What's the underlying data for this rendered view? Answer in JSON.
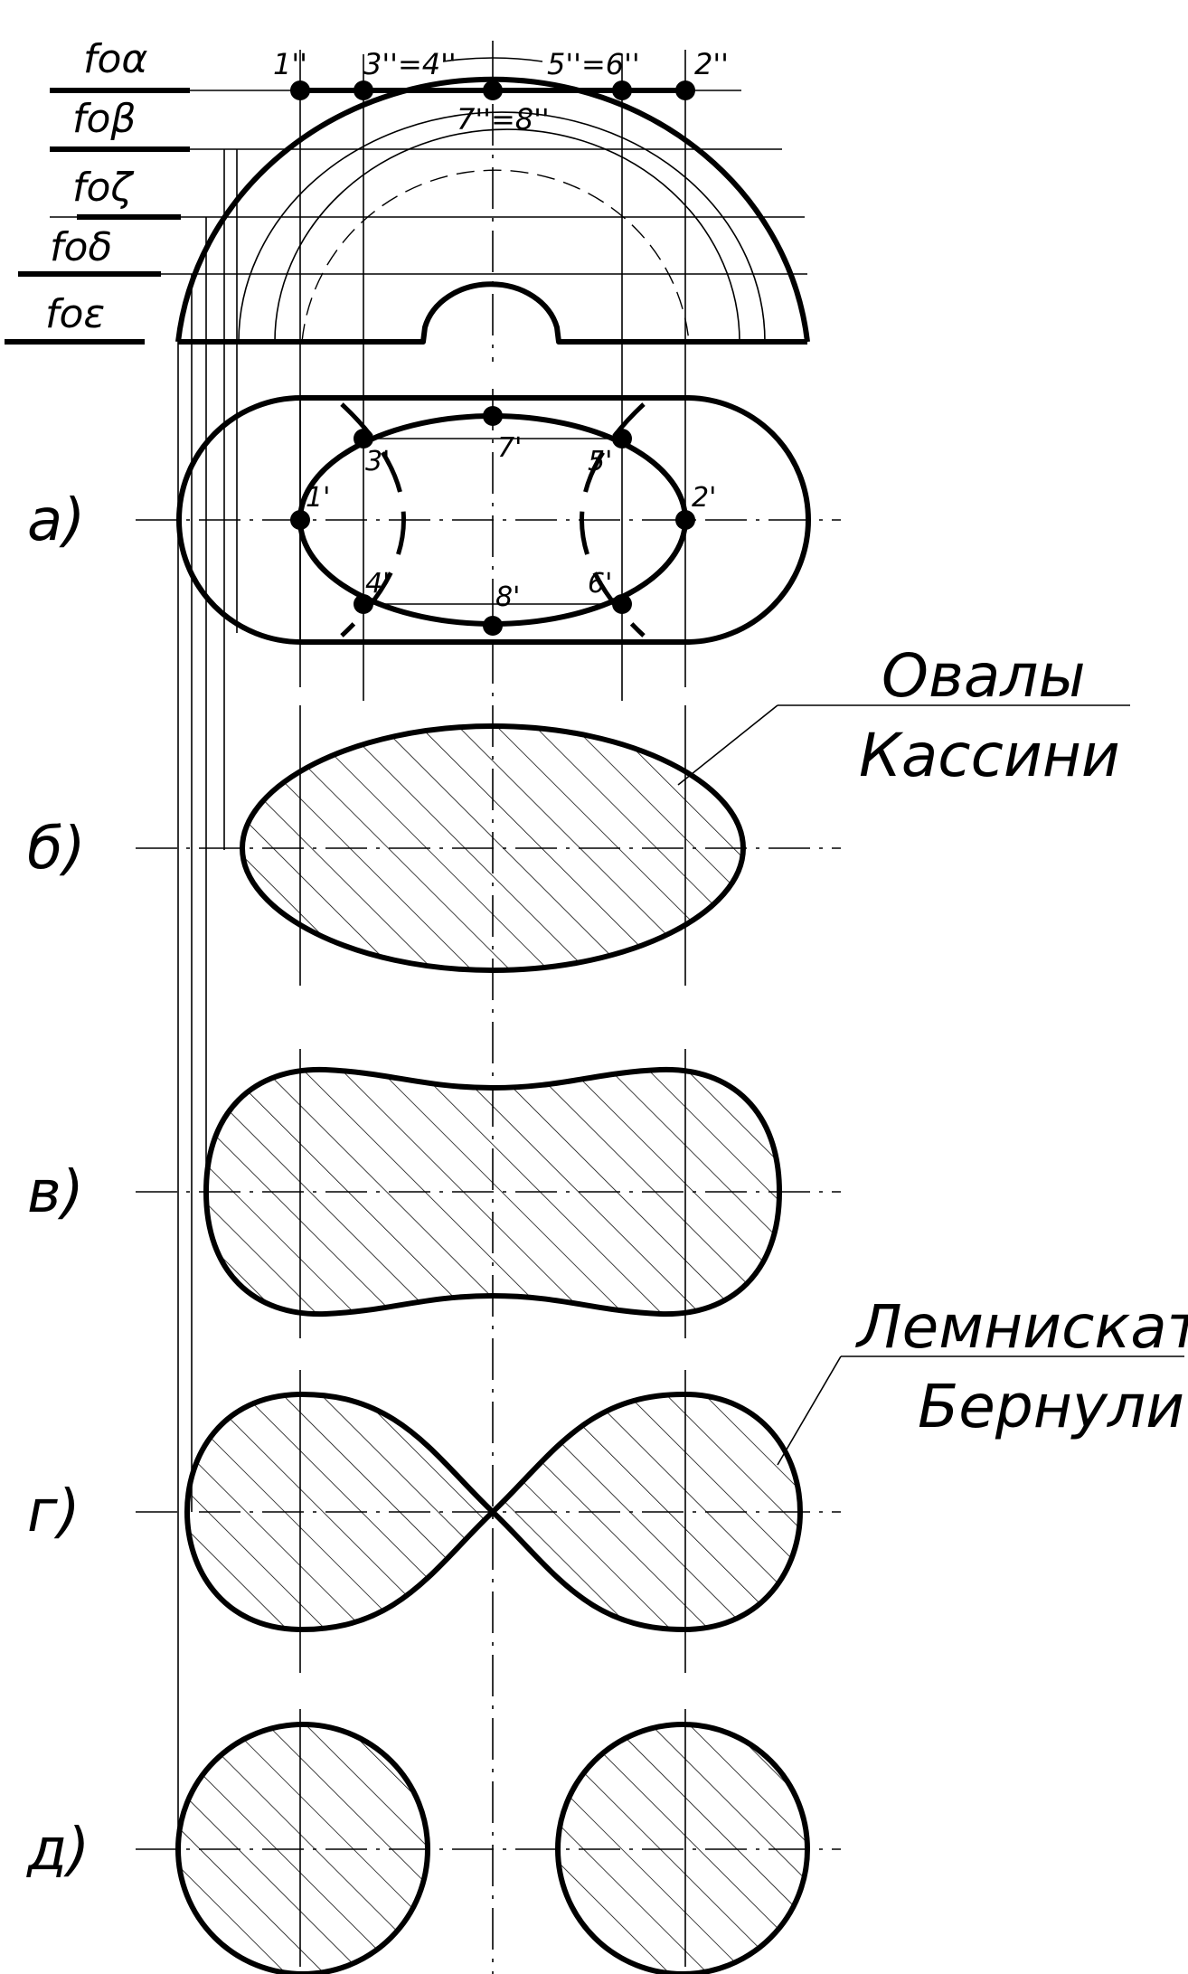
{
  "planes": [
    {
      "id": "alpha",
      "label": "foα"
    },
    {
      "id": "beta",
      "label": "foβ"
    },
    {
      "id": "zeta",
      "label": "foζ"
    },
    {
      "id": "delta",
      "label": "foδ"
    },
    {
      "id": "epsilon",
      "label": "foε"
    }
  ],
  "front_view_points": [
    "1''",
    "3''=4''",
    "5''=6''",
    "2''",
    "7''=8''"
  ],
  "top_view_points": [
    "3'",
    "7'",
    "5'",
    "1'",
    "2'",
    "4'",
    "8'",
    "6'"
  ],
  "sections": [
    {
      "id": "a",
      "label": "а)"
    },
    {
      "id": "b",
      "label": "б)"
    },
    {
      "id": "v",
      "label": "в)"
    },
    {
      "id": "g",
      "label": "г)"
    },
    {
      "id": "d",
      "label": "д)"
    }
  ],
  "callouts": {
    "cassini": {
      "line1": "Овалы",
      "line2": "Кассини"
    },
    "lemniscate": {
      "line1": "Лемниската",
      "line2": "Бернули"
    }
  }
}
